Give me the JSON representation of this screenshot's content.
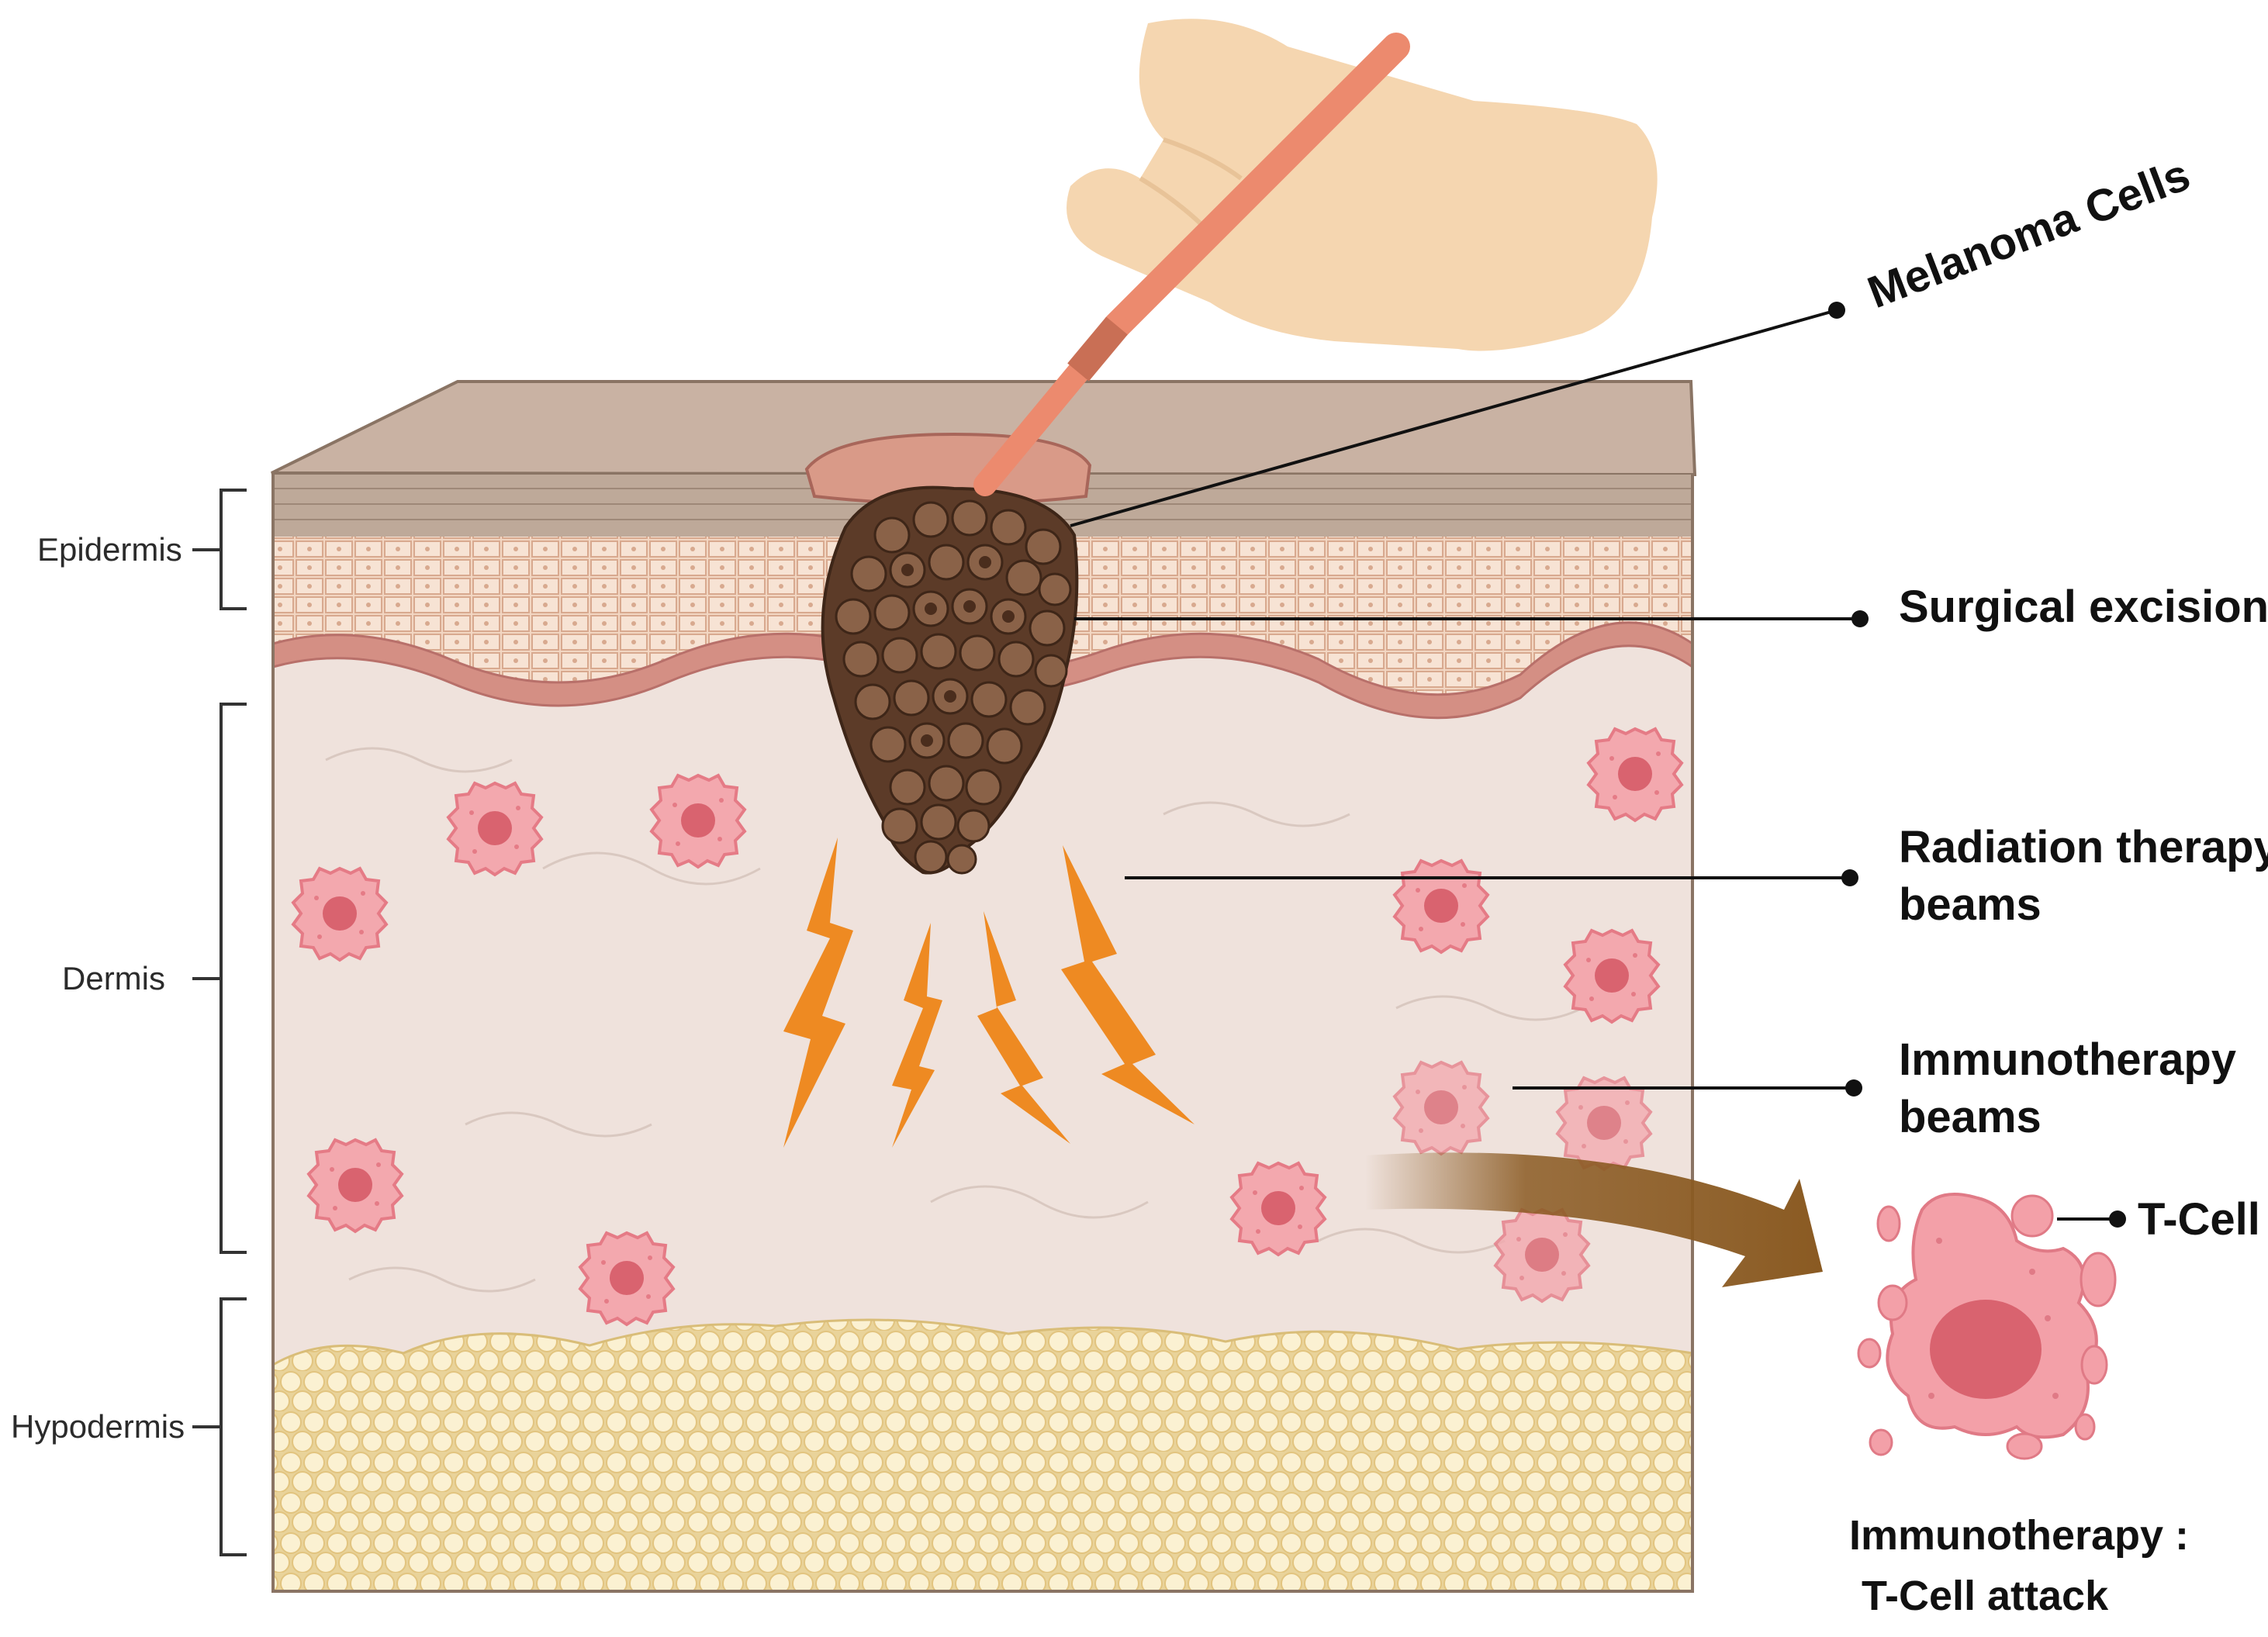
{
  "labels": {
    "epidermis": "Epidermis",
    "dermis": "Dermis",
    "hypodermis": "Hypodermis",
    "melanoma_cells": "Melanoma Cells",
    "surgical_excision": "Surgical excision",
    "radiation_line1": "Radiation therapy",
    "radiation_line2": "beams",
    "immuno_line1": "Immunotherapy",
    "immuno_line2": "beams",
    "t_cell": "T-Cell",
    "t_cell_attack_line1": "Immunotherapy :",
    "t_cell_attack_line2": "T-Cell attack"
  },
  "colors": {
    "epidermis_top": "#b9a293",
    "epidermis_cells": "#f2d6c2",
    "basal_layer": "#d48f84",
    "dermis": "#efe2dc",
    "hypodermis_fat": "#f7eac4",
    "tumor": "#6e4a34",
    "lightning": "#ee8a22",
    "immune_cell": "#ef8f98",
    "arrow": "#8a5a22",
    "hand": "#f5d6b0",
    "scalpel": "#ec8a6e"
  },
  "icons": [
    "hand-icon",
    "scalpel-icon",
    "lightning-icon",
    "immune-cell-icon",
    "fat-cell-icon",
    "curved-arrow-icon"
  ]
}
